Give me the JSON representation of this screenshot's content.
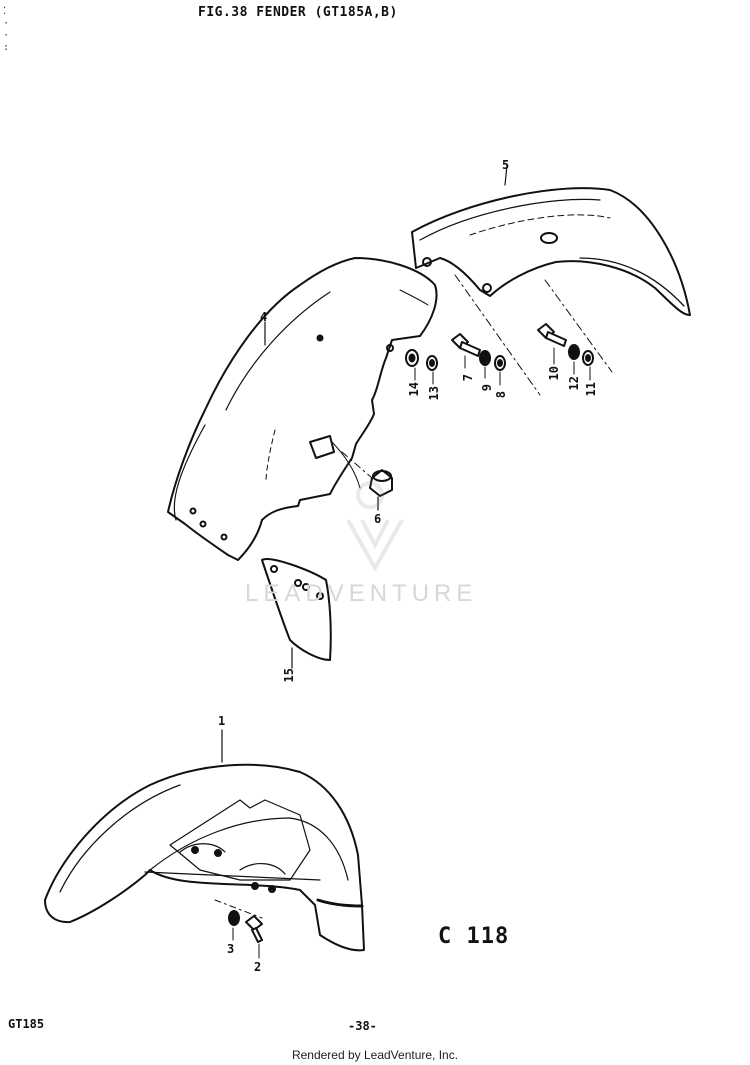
{
  "header": {
    "title": "FIG.38  FENDER (GT185A,B)"
  },
  "callouts": {
    "c1": "1",
    "c2": "2",
    "c3": "3",
    "c4": "4",
    "c5": "5",
    "c6": "6",
    "c7": "7",
    "c8": "8",
    "c9": "9",
    "c10": "10",
    "c11": "11",
    "c12": "12",
    "c13": "13",
    "c14": "14",
    "c15": "15"
  },
  "figure_code": "C 118",
  "footer_left": "GT185",
  "page_number": "-38-",
  "watermark": "LEADVENTURE",
  "credit": "Rendered by LeadVenture, Inc."
}
